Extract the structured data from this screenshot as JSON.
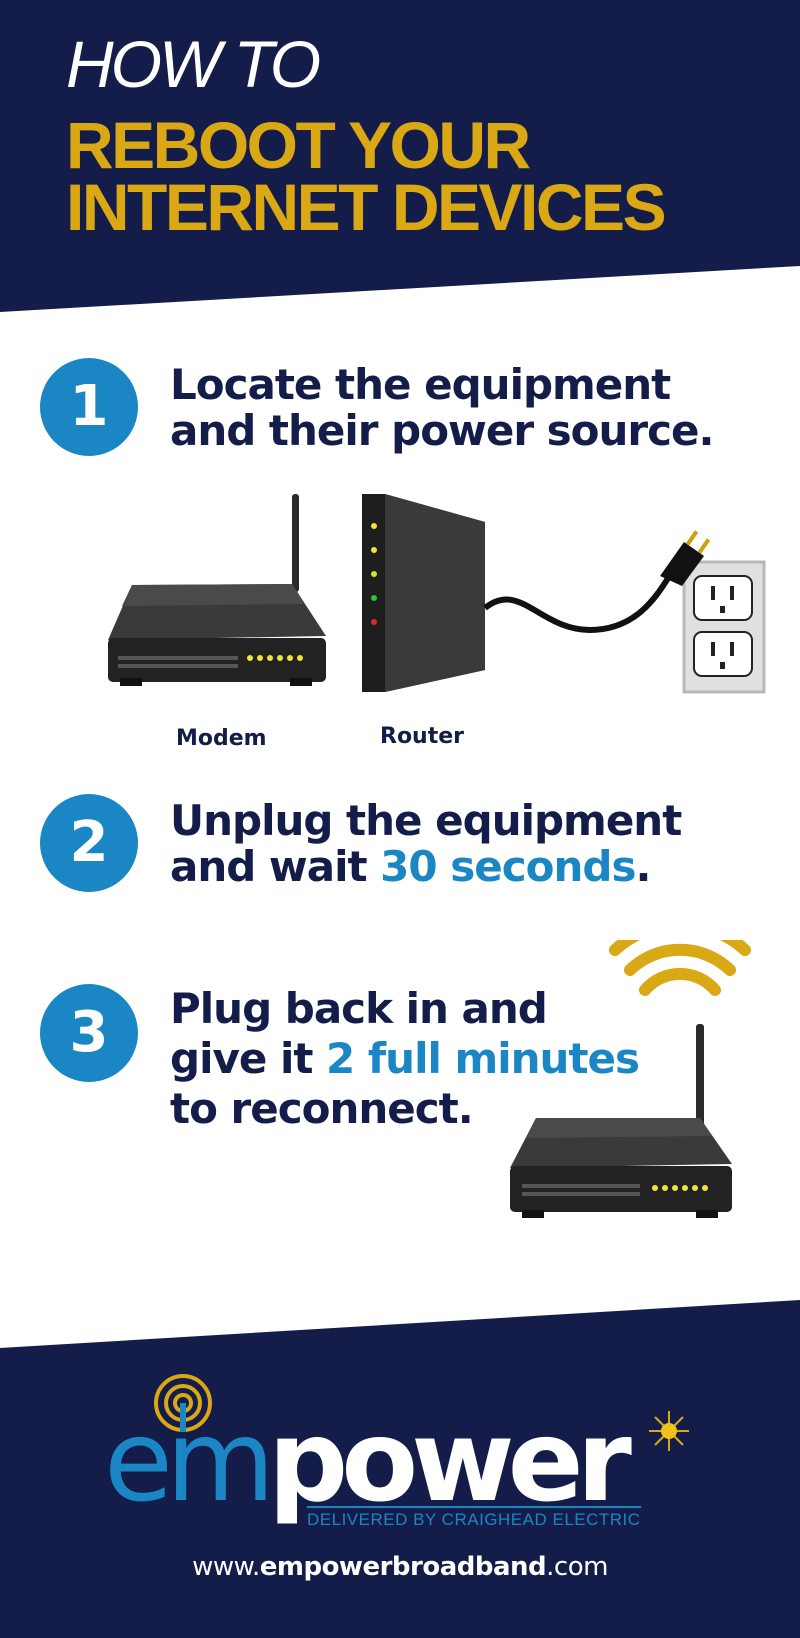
{
  "header": {
    "how_to": "HOW TO",
    "title_line1": "REBOOT YOUR",
    "title_line2": "INTERNET DEVICES"
  },
  "steps": [
    {
      "number": "1",
      "line1": "Locate the equipment",
      "line2": "and their power source."
    },
    {
      "number": "2",
      "line1": "Unplug the equipment",
      "line2_pre": "and wait ",
      "line2_highlight": "30 seconds",
      "line2_post": "."
    },
    {
      "number": "3",
      "line1": "Plug back in and",
      "line2_pre": "give it ",
      "line2_highlight": "2 full minutes",
      "line3": "to reconnect."
    }
  ],
  "devices": {
    "modem_label": "Modem",
    "router_label": "Router"
  },
  "footer": {
    "logo_em": "em",
    "logo_power": "power",
    "tagline": "DELIVERED BY CRAIGHEAD ELECTRIC",
    "website_pre": "www.",
    "website_bold": "empowerbroadband",
    "website_post": ".com"
  },
  "colors": {
    "navy": "#141c4a",
    "gold": "#d9a814",
    "blue": "#1a86c4",
    "white": "#ffffff"
  },
  "icons": [
    "modem-icon",
    "router-icon",
    "power-plug-icon",
    "wall-outlet-icon",
    "wifi-signal-icon",
    "antenna-logo-icon",
    "sun-spark-icon"
  ]
}
